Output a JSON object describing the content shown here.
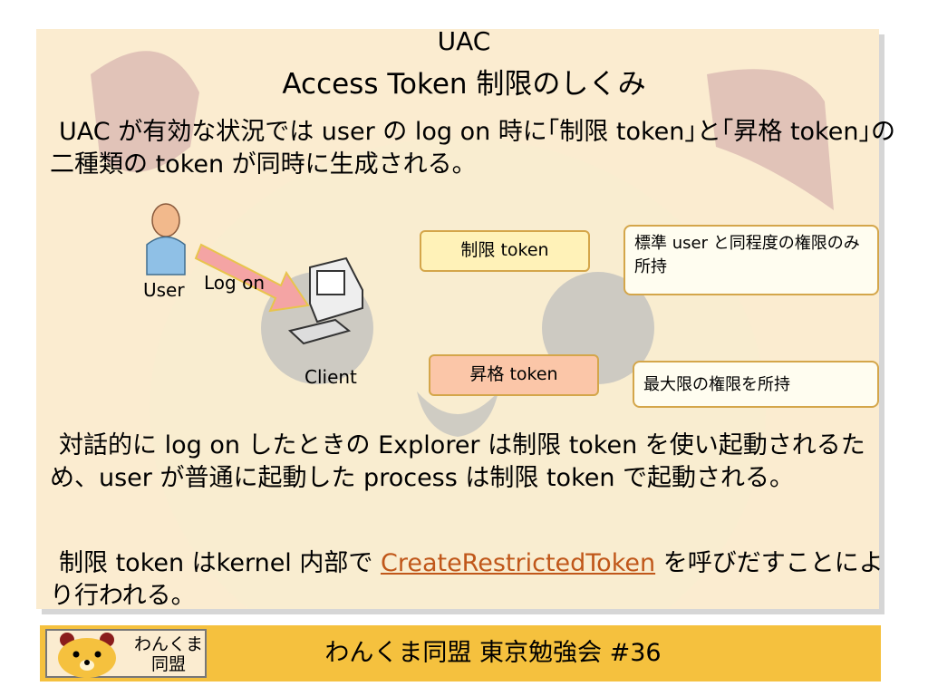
{
  "title": {
    "line1": "UAC",
    "line2": "Access Token 制限のしくみ"
  },
  "body": {
    "paragraph1": "UAC が有効な状況では user の log on 時に｢制限 token｣と｢昇格 token｣の二種類の token が同時に生成される。",
    "paragraph2": "対話的に log on したときの Explorer は制限 token を使い起動されるため、user が普通に起動した process は制限 token で起動される。",
    "paragraph3_before": "制限 token はkernel 内部で ",
    "paragraph3_link": "CreateRestrictedToken",
    "paragraph3_after": " を呼びだすことにより行われる。"
  },
  "diagram": {
    "user_label": "User",
    "arrow_label": "Log on",
    "client_label": "Client",
    "restricted_token": "制限 token",
    "restricted_note": "標準 user と同程度の権限のみ所持",
    "elevated_token": "昇格 token",
    "elevated_note": "最大限の権限を所持",
    "icons": [
      "user-icon",
      "logon-arrow-icon",
      "computer-icon"
    ]
  },
  "footer": {
    "logo_text_line1": "わんくま",
    "logo_text_line2": "同盟",
    "text": "わんくま同盟 東京勉強会 #36"
  },
  "colors": {
    "panel": "#fbecd0",
    "footer": "#f5c13e",
    "restricted_box": "#fff2b8",
    "elevated_box": "#fbc6a8",
    "link": "#c0571a"
  }
}
